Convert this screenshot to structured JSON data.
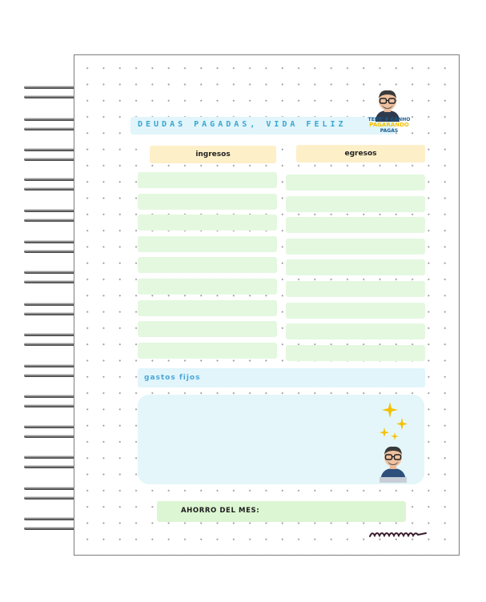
{
  "page": {
    "title": "DEUDAS PAGADAS, VIDA FELIZ",
    "logo_line1": "TENE' R GANHO",
    "logo_line2": "PAGARANDO",
    "logo_line3": "PAGAS"
  },
  "columns": {
    "income_label": "ingresos",
    "expense_label": "egresos",
    "rows": 9
  },
  "fixed_expenses": {
    "label": "gastos fijos"
  },
  "savings": {
    "label": "AHORRO DEL MES:"
  },
  "colors": {
    "title_bg": "#e1f5fb",
    "title_text": "#39a6d4",
    "header_bg": "#fdefc8",
    "row_bg": "#e4f8e0",
    "fixed_box_bg": "#e4f6fa",
    "savings_bg": "#dcf5d2",
    "sparkle": "#f5c000"
  },
  "icons": {
    "avatar_top": "cartoon-man-with-glasses-icon",
    "avatar_bottom": "cartoon-man-at-desk-icon",
    "sparkles": "sparkles-icon",
    "squiggle": "signature-squiggle-icon"
  }
}
